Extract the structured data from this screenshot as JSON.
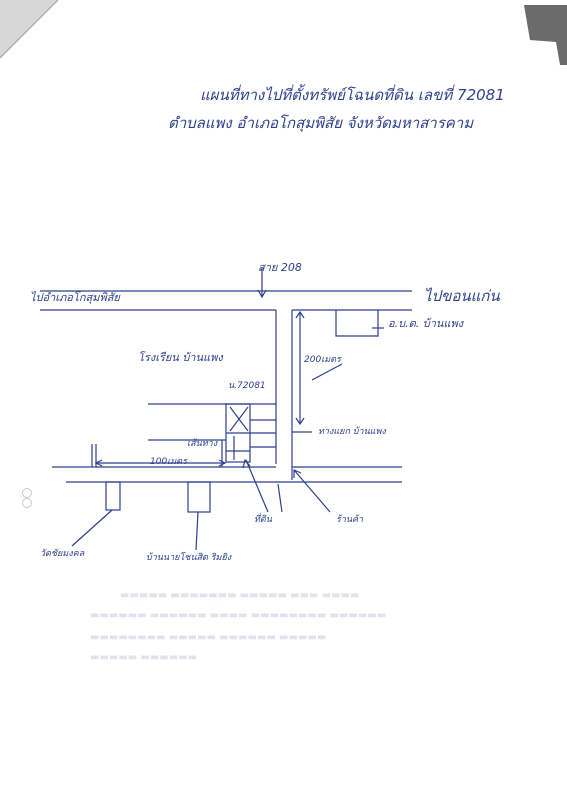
{
  "document": {
    "title_line1": "แผนที่ทางไปที่ตั้งทรัพย์โฉนดที่ดิน เลขที่ 72081",
    "title_line2": "ตำบลแพง อำเภอโกสุมพิสัย จังหวัดมหาสารคาม"
  },
  "map": {
    "road_label": "สาย 208",
    "left_direction": "ไปอำเภอโกสุมพิสัย",
    "right_direction": "ไปขอนแก่น",
    "school": "โรงเรียน บ้านแพง",
    "parcel": "น.72081",
    "distance_vertical": "200เมตร",
    "office": "อ.บ.ต. บ้านแพง",
    "fork": "ทางแยก บ้านแพง",
    "distance_horizontal": "100เมตร",
    "width_note": "เส้นทาง",
    "temple": "วัดชัยมงคล",
    "house": "บ้านนายโชนสิต ริมยิง",
    "landmark_a": "ที่ดิน",
    "landmark_b": "ร้านค้า"
  },
  "colors": {
    "ink": "#2d3f8f",
    "paper": "#ffffff",
    "shadow": "#6b6b6b"
  }
}
